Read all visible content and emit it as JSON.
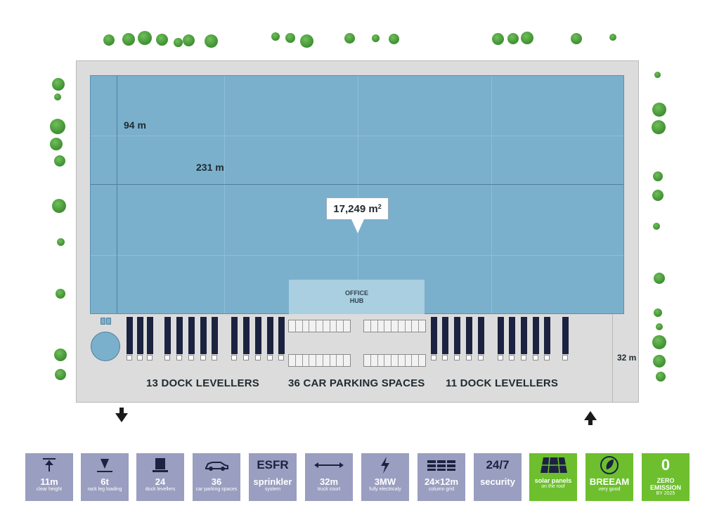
{
  "site": {
    "dim_width": "94 m",
    "dim_length": "231 m",
    "dim_yard": "32 m",
    "area_value": "17,249 m",
    "area_unit_sup": "2",
    "office_line1": "OFFICE",
    "office_line2": "HUB",
    "label_left": "13 DOCK LEVELLERS",
    "label_center": "36 CAR PARKING SPACES",
    "label_right": "11 DOCK LEVELLERS"
  },
  "colors": {
    "warehouse": "#7ab0cc",
    "site": "#dcdcdc",
    "dock": "#1c2340",
    "tile_grey": "#9a9ec0",
    "tile_green": "#6dbf2e",
    "tree": "#4f9f3c"
  },
  "features": [
    {
      "icon": "arrow-up-icon",
      "value": "11m",
      "label": "clear height",
      "style": "grey"
    },
    {
      "icon": "rack-load-icon",
      "value": "6t",
      "label": "rack leg loading",
      "style": "grey"
    },
    {
      "icon": "dock-leveller-icon",
      "value": "24",
      "label": "dock levellers",
      "style": "grey"
    },
    {
      "icon": "car-icon",
      "value": "36",
      "label": "car parking spaces",
      "style": "grey"
    },
    {
      "icon": "esfr-text",
      "icon_text": "ESFR",
      "value": "sprinkler",
      "label": "system",
      "style": "grey"
    },
    {
      "icon": "double-arrow-icon",
      "value": "32m",
      "label": "truck court",
      "style": "grey"
    },
    {
      "icon": "lightning-icon",
      "value": "3MW",
      "label": "fully electricaly",
      "style": "grey"
    },
    {
      "icon": "column-grid-icon",
      "value": "24×12m",
      "label": "column grid",
      "style": "grey"
    },
    {
      "icon": "security-text",
      "icon_text": "24/7",
      "value": "security",
      "label": "",
      "style": "grey"
    },
    {
      "icon": "solar-panel-icon",
      "value": "solar panels",
      "label": "on the roof",
      "style": "green"
    },
    {
      "icon": "leaf-icon",
      "value": "BREEAM",
      "label": "very good",
      "style": "green"
    },
    {
      "icon": "zero-emission-icon",
      "icon_text": "0",
      "value": "ZERO EMISSION",
      "label": "BY 2025",
      "style": "green"
    }
  ]
}
